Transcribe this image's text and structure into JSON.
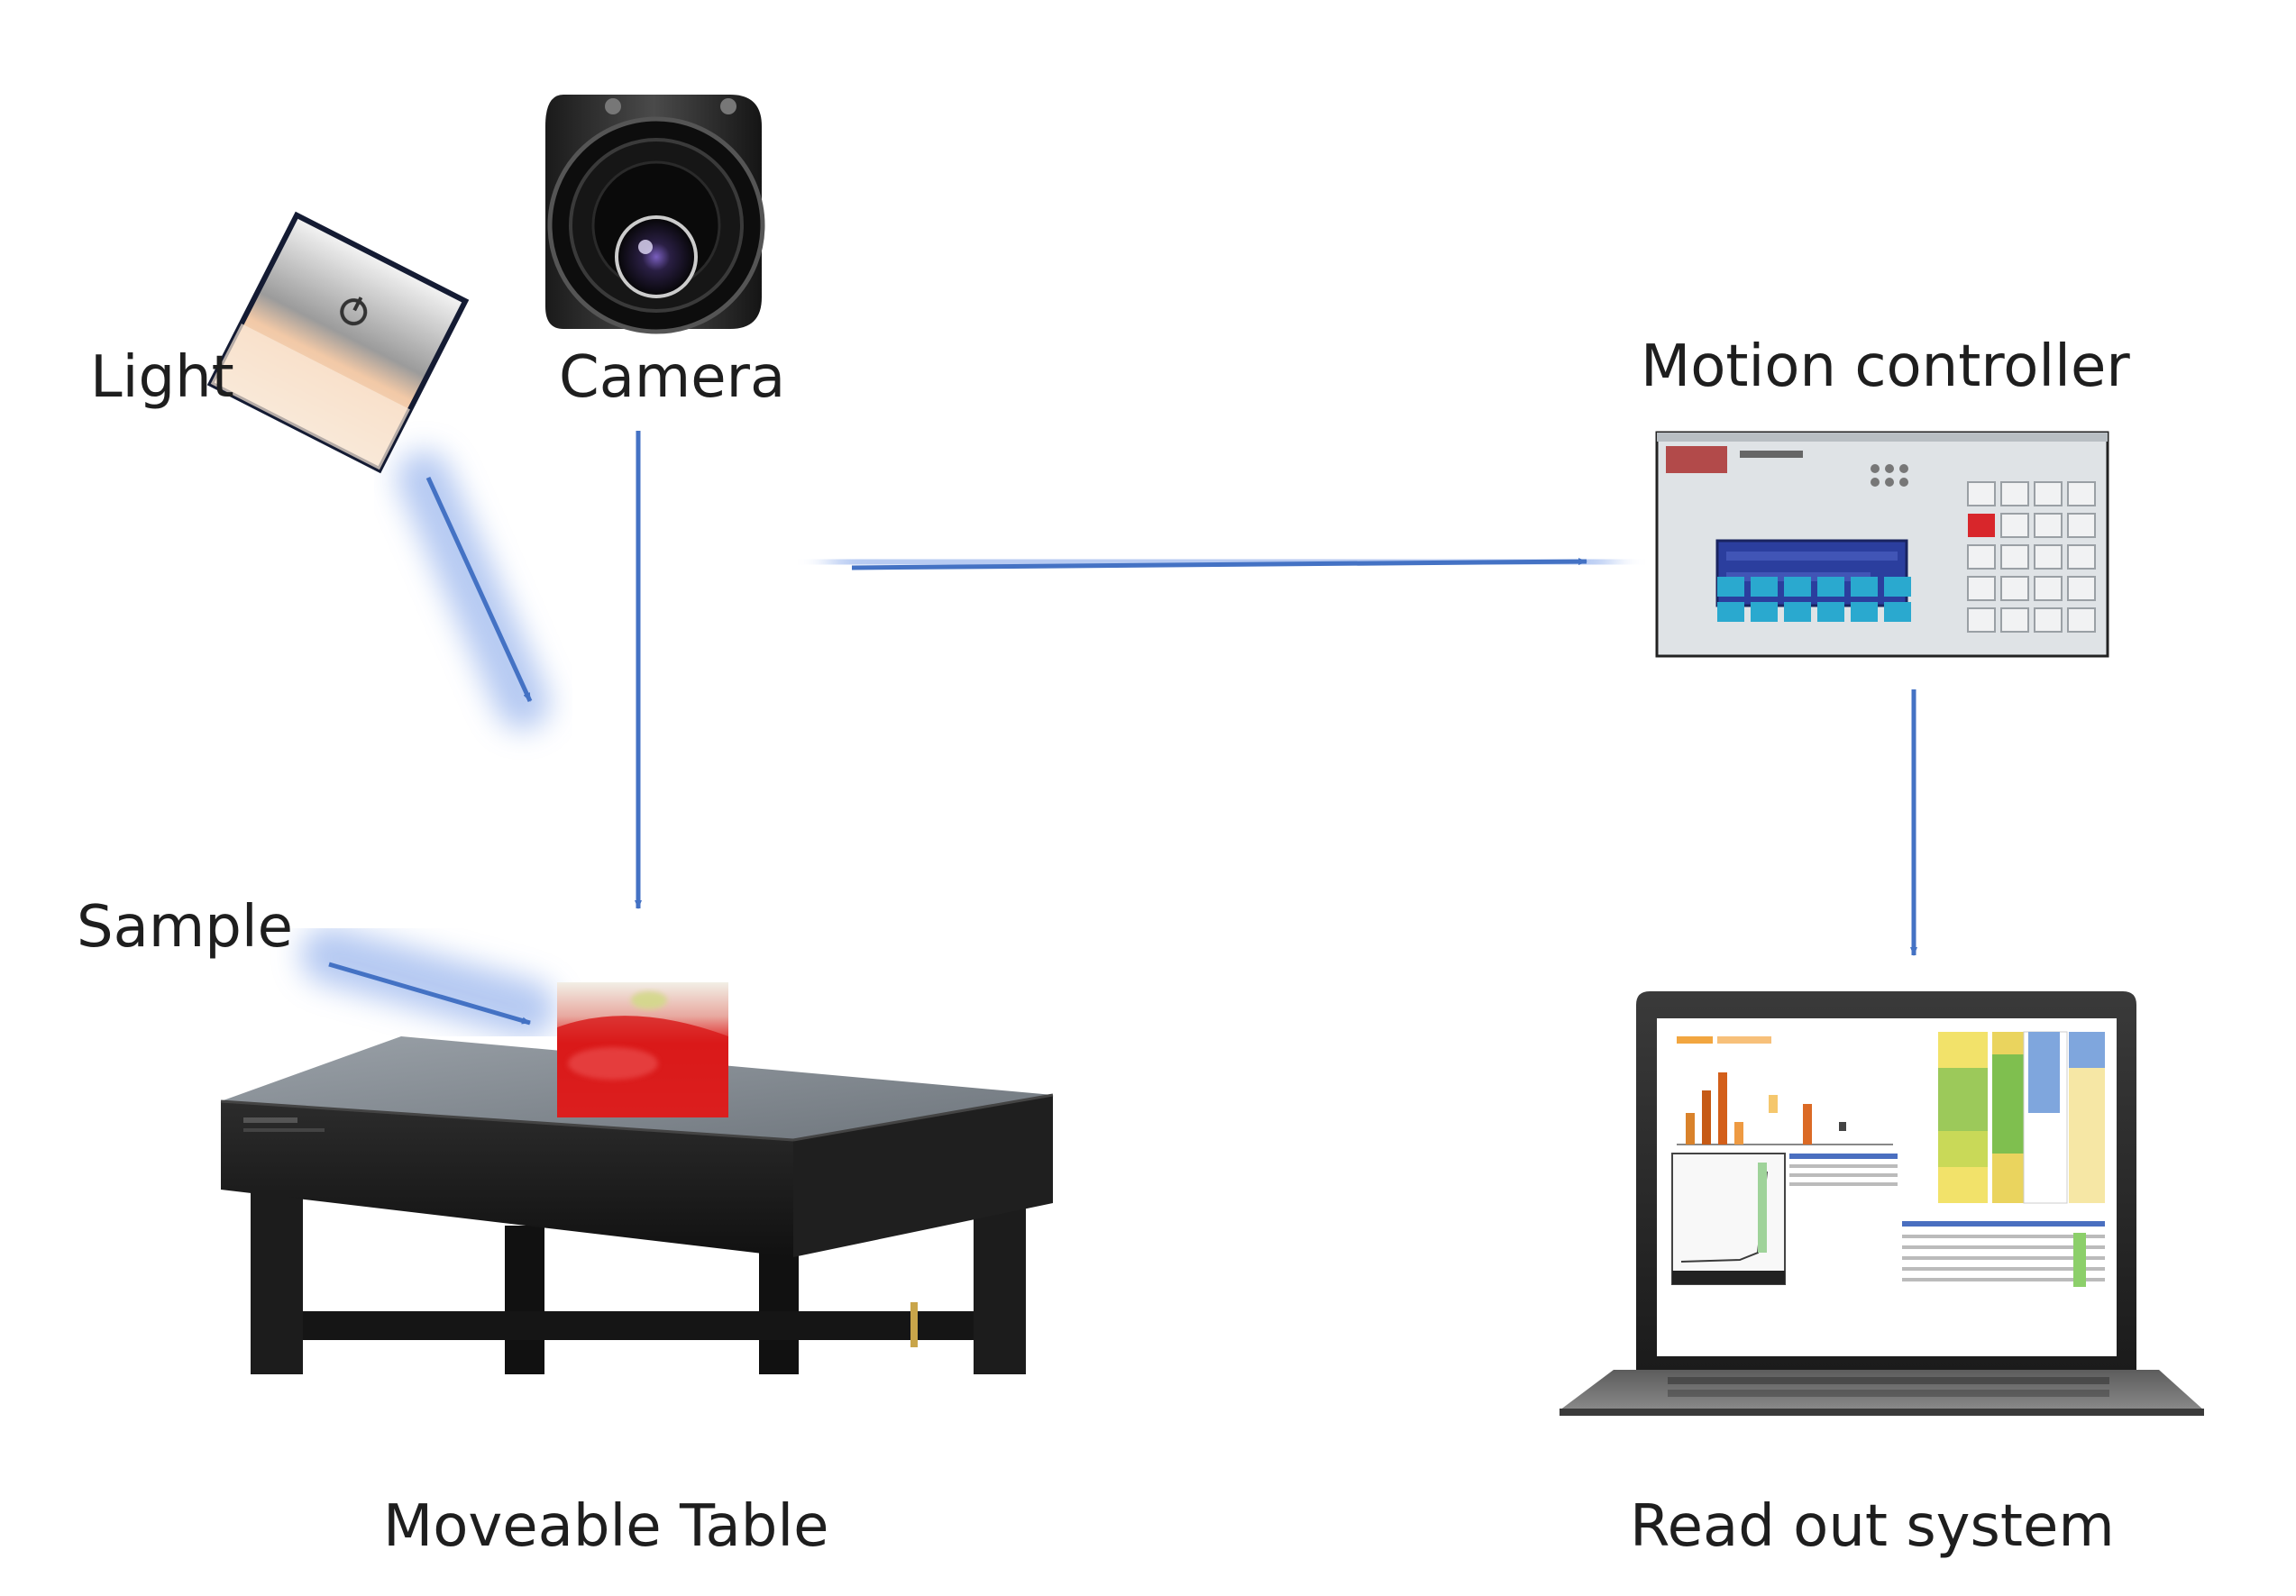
{
  "labels": {
    "light": "Light",
    "camera": "Camera",
    "motion_controller": "Motion controller",
    "sample": "Sample",
    "moveable_table": "Moveable Table",
    "read_out_system": "Read out system"
  },
  "colors": {
    "arrow": "#4472c4",
    "glow": "#9db8ee",
    "text": "#1e1e1e"
  }
}
